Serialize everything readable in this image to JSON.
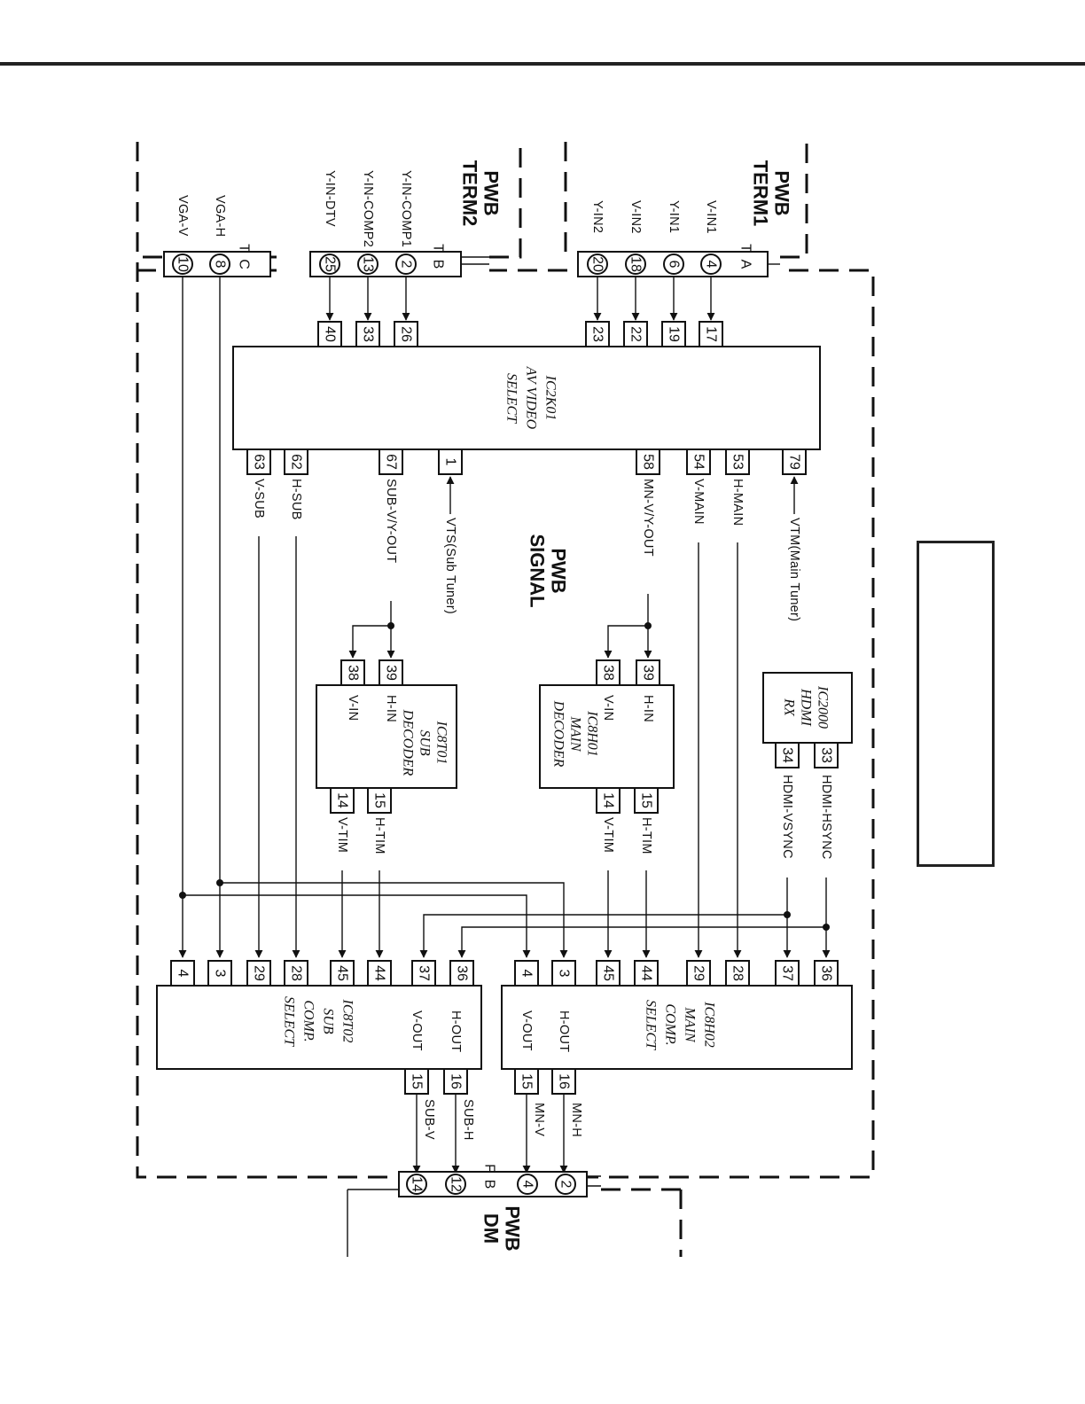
{
  "boards": {
    "term1": [
      "PWB",
      "TERM1"
    ],
    "term2": [
      "PWB",
      "TERM2"
    ],
    "signal": [
      "PWB",
      "SIGNAL"
    ],
    "dm": [
      "PWB",
      "DM"
    ]
  },
  "connectors": {
    "ta": {
      "name": [
        "T",
        "A"
      ],
      "pins": [
        "20",
        "18",
        "6",
        "4"
      ],
      "signals": [
        "Y-IN2",
        "V-IN2",
        "Y-IN1",
        "V-IN1"
      ]
    },
    "tb": {
      "name": [
        "T",
        "B"
      ],
      "pins": [
        "25",
        "13",
        "2"
      ],
      "signals": [
        "Y-IN-DTV",
        "Y-IN-COMP2",
        "Y-IN-COMP1"
      ]
    },
    "tc": {
      "name": [
        "T",
        "C"
      ],
      "pins": [
        "10",
        "8"
      ],
      "signals": [
        "VGA-V",
        "VGA-H"
      ]
    },
    "fb": {
      "name": [
        "F",
        "B"
      ],
      "pins": [
        "14",
        "12",
        "4",
        "2"
      ]
    }
  },
  "chips": {
    "ic2k01": {
      "name": [
        "IC2K01",
        "AV VIDEO",
        "SELECT"
      ],
      "in_pins": [
        "40",
        "33",
        "26",
        "23",
        "22",
        "19",
        "17"
      ],
      "out_pins": [
        "63",
        "62",
        "67",
        "1",
        "58",
        "54",
        "53",
        "79"
      ],
      "out_signals": [
        "V-SUB",
        "H-SUB",
        "SUB-V/Y-OUT",
        "VTS(Sub Tuner)",
        "MN-V/Y-OUT",
        "V-MAIN",
        "H-MAIN",
        "VTM(Main Tuner)"
      ]
    },
    "ic8t01": {
      "name": [
        "IC8T01",
        "SUB",
        "DECODER"
      ],
      "in_pins": [
        "38",
        "39"
      ],
      "in_labels": [
        "V-IN",
        "H-IN"
      ],
      "out_pins": [
        "14",
        "15"
      ],
      "out_signals": [
        "V-TIM",
        "H-TIM"
      ]
    },
    "ic8h01": {
      "name": [
        "IC8H01",
        "MAIN",
        "DECODER"
      ],
      "in_pins": [
        "38",
        "39"
      ],
      "in_labels": [
        "V-IN",
        "H-IN"
      ],
      "out_pins": [
        "14",
        "15"
      ],
      "out_signals": [
        "V-TIM",
        "H-TIM"
      ]
    },
    "ic2000": {
      "name": [
        "IC2000",
        "HDMI",
        "RX"
      ],
      "out_pins": [
        "34",
        "33"
      ],
      "out_signals": [
        "HDMI-VSYNC",
        "HDMI-HSYNC"
      ]
    },
    "ic8t02": {
      "name": [
        "IC8T02",
        "SUB",
        "COMP.",
        "SELECT"
      ],
      "in_pins": [
        "4",
        "3",
        "29",
        "28",
        "45",
        "44",
        "37",
        "36"
      ],
      "out_labels": [
        "V-OUT",
        "H-OUT"
      ],
      "out_pins": [
        "15",
        "16"
      ],
      "out_signals": [
        "SUB-V",
        "SUB-H"
      ]
    },
    "ic8h02": {
      "name": [
        "IC8H02",
        "MAIN",
        "COMP.",
        "SELECT"
      ],
      "in_pins": [
        "4",
        "3",
        "45",
        "44",
        "29",
        "28",
        "37",
        "36"
      ],
      "out_labels": [
        "V-OUT",
        "H-OUT"
      ],
      "out_pins": [
        "15",
        "16"
      ],
      "out_signals": [
        "MN-V",
        "MN-H"
      ]
    }
  }
}
